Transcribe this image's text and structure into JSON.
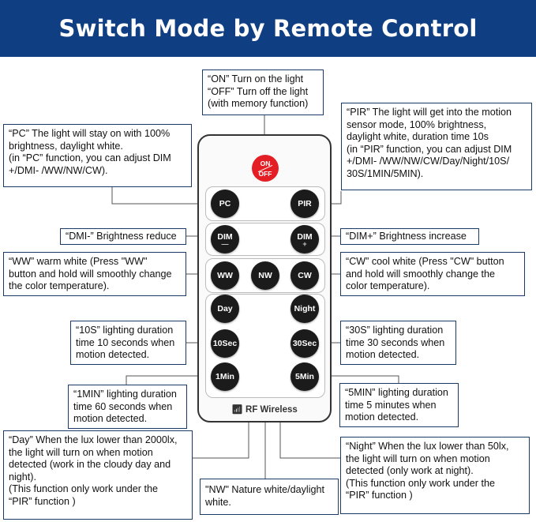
{
  "header": {
    "title": "Switch Mode by Remote Control"
  },
  "annotations": {
    "onoff": [
      "“ON” Turn on the light",
      "“OFF” Turn off the light",
      "(with memory function)"
    ],
    "pc": [
      "“PC” The light will stay on with 100%",
      "brightness, daylight white.",
      "(in “PC” function, you can adjust DIM",
      "+/DMI- /WW/NW/CW)."
    ],
    "pir": [
      "“PIR” The light will get into the motion",
      "sensor mode, 100% brightness,",
      "daylight white, duration time 10s",
      "(in “PIR” function, you can adjust DIM",
      "+/DMI- /WW/NW/CW/Day/Night/10S/",
      "30S/1MIN/5MIN)."
    ],
    "dim_minus": [
      "“DMI-” Brightness reduce"
    ],
    "dim_plus": [
      "“DIM+” Brightness increase"
    ],
    "ww": [
      "“WW” warm white (Press \"WW\"",
      "button and hold will smoothly change",
      "the color temperature)."
    ],
    "cw": [
      "“CW” cool white (Press \"CW\" button",
      "and hold will smoothly change the",
      "color temperature)."
    ],
    "s10": [
      "“10S” lighting duration",
      "time 10 seconds when",
      "motion detected."
    ],
    "s30": [
      "“30S” lighting duration",
      "time 30 seconds when",
      "motion detected."
    ],
    "m1": [
      "“1MIN” lighting duration",
      "time 60 seconds when",
      "motion detected."
    ],
    "m5": [
      "“5MIN” lighting duration",
      "time 5 minutes when",
      "motion detected."
    ],
    "day": [
      "“Day” When the lux lower than 2000lx,",
      "the light will turn on when motion",
      "detected (work in the cloudy day and",
      "night).",
      "(This function only work under the",
      "“PIR” function )"
    ],
    "night": [
      "“Night” When the lux lower than 50lx,",
      "the light will turn on when motion",
      "detected (only work at night).",
      "(This function only work under the",
      "“PIR” function )"
    ],
    "nw": [
      "\"NW\" Nature white/daylight",
      "white."
    ]
  },
  "remote": {
    "onoff_on": "ON",
    "onoff_off": "OFF",
    "buttons": {
      "pc": "PC",
      "pir": "PIR",
      "dim_minus": "DIM",
      "dim_minus_sign": "—",
      "dim_plus": "DIM",
      "dim_plus_sign": "+",
      "ww": "WW",
      "nw": "NW",
      "cw": "CW",
      "day": "Day",
      "night": "Night",
      "s10": "10Sec",
      "s30": "30Sec",
      "m1": "1Min",
      "m5": "5Min"
    },
    "brand": "RF Wireless"
  }
}
